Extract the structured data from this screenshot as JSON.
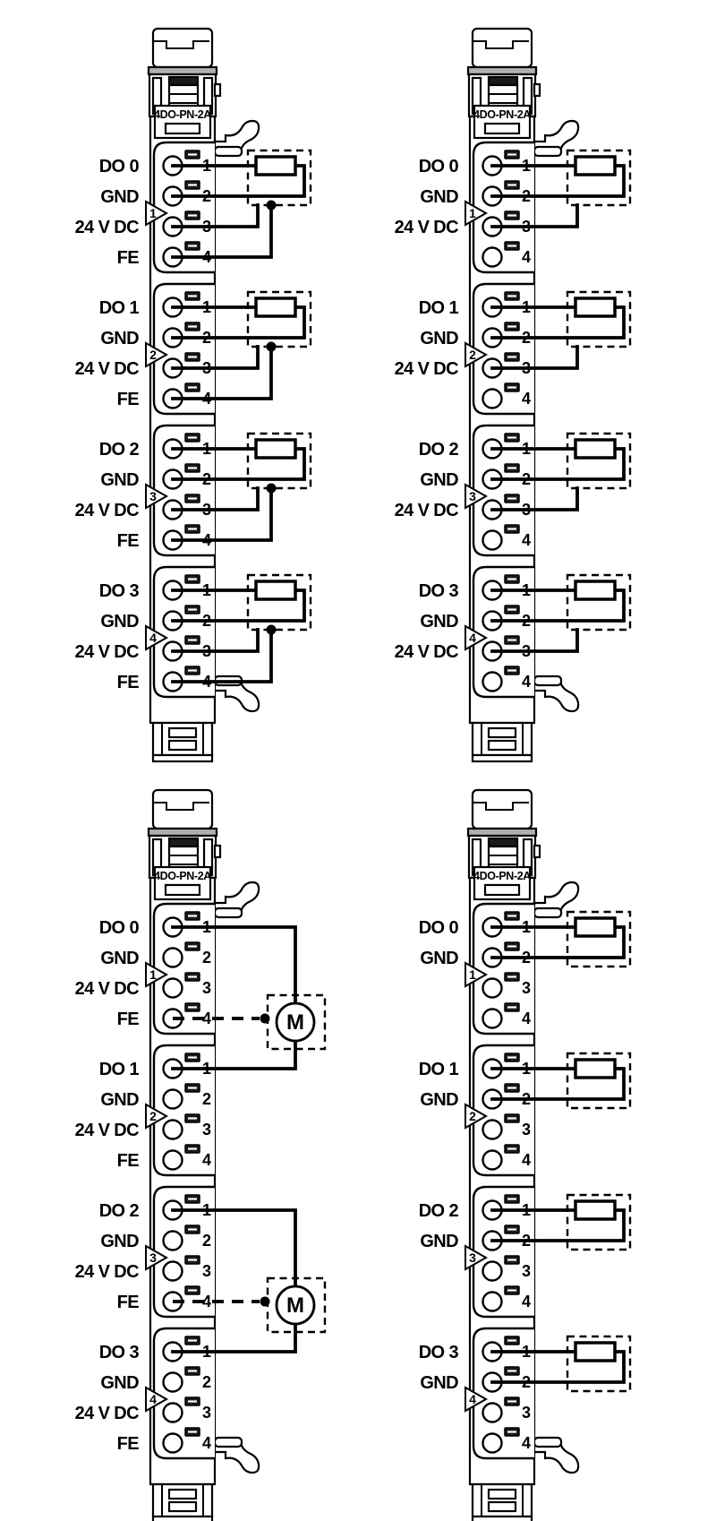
{
  "diagram": {
    "module_label": "4DO-PN-2A",
    "motor_label": "M",
    "colors": {
      "line": "#000000",
      "background": "#ffffff",
      "led_fill": "#1a1a1a",
      "head_strip": "#b0b0b0"
    },
    "panels": [
      {
        "id": "top-left",
        "position": "top-left",
        "load_symbol": "resistor",
        "variant": "Load between DO (pin 1) and GND (pin 2); 24 V DC (pin 3) led into load enclosure; FE (pin 4) to load enclosure junction dot",
        "groups": [
          {
            "number": "1",
            "pin_labels": [
              "1",
              "2",
              "3",
              "4"
            ],
            "signal_labels": [
              "DO 0",
              "GND",
              "24 V DC",
              "FE"
            ]
          },
          {
            "number": "2",
            "pin_labels": [
              "1",
              "2",
              "3",
              "4"
            ],
            "signal_labels": [
              "DO 1",
              "GND",
              "24 V DC",
              "FE"
            ]
          },
          {
            "number": "3",
            "pin_labels": [
              "1",
              "2",
              "3",
              "4"
            ],
            "signal_labels": [
              "DO 2",
              "GND",
              "24 V DC",
              "FE"
            ]
          },
          {
            "number": "4",
            "pin_labels": [
              "1",
              "2",
              "3",
              "4"
            ],
            "signal_labels": [
              "DO 3",
              "GND",
              "24 V DC",
              "FE"
            ]
          }
        ]
      },
      {
        "id": "top-right",
        "position": "top-right",
        "load_symbol": "resistor",
        "variant": "Load between DO (pin 1) and GND (pin 2); 24 V DC (pin 3) led into load enclosure; FE not connected",
        "groups": [
          {
            "number": "1",
            "pin_labels": [
              "1",
              "2",
              "3",
              "4"
            ],
            "signal_labels": [
              "DO 0",
              "GND",
              "24 V DC"
            ]
          },
          {
            "number": "2",
            "pin_labels": [
              "1",
              "2",
              "3",
              "4"
            ],
            "signal_labels": [
              "DO 1",
              "GND",
              "24 V DC"
            ]
          },
          {
            "number": "3",
            "pin_labels": [
              "1",
              "2",
              "3",
              "4"
            ],
            "signal_labels": [
              "DO 2",
              "GND",
              "24 V DC"
            ]
          },
          {
            "number": "4",
            "pin_labels": [
              "1",
              "2",
              "3",
              "4"
            ],
            "signal_labels": [
              "DO 3",
              "GND",
              "24 V DC"
            ]
          }
        ]
      },
      {
        "id": "bottom-left",
        "position": "bottom-left",
        "load_symbol": "motor",
        "variant": "Motor connected across two DO channels (DO 0 + DO 1, DO 2 + DO 3); FE (pin 4) dashed to motor enclosure junction dot",
        "groups": [
          {
            "number": "1",
            "pin_labels": [
              "1",
              "2",
              "3",
              "4"
            ],
            "signal_labels": [
              "DO 0",
              "GND",
              "24 V DC",
              "FE"
            ]
          },
          {
            "number": "2",
            "pin_labels": [
              "1",
              "2",
              "3",
              "4"
            ],
            "signal_labels": [
              "DO 1",
              "GND",
              "24 V DC",
              "FE"
            ]
          },
          {
            "number": "3",
            "pin_labels": [
              "1",
              "2",
              "3",
              "4"
            ],
            "signal_labels": [
              "DO 2",
              "GND",
              "24 V DC",
              "FE"
            ]
          },
          {
            "number": "4",
            "pin_labels": [
              "1",
              "2",
              "3",
              "4"
            ],
            "signal_labels": [
              "DO 3",
              "GND",
              "24 V DC",
              "FE"
            ]
          }
        ]
      },
      {
        "id": "bottom-right",
        "position": "bottom-right",
        "load_symbol": "resistor",
        "variant": "Load between DO (pin 1) and GND (pin 2) only",
        "groups": [
          {
            "number": "1",
            "pin_labels": [
              "1",
              "2",
              "3",
              "4"
            ],
            "signal_labels": [
              "DO 0",
              "GND"
            ]
          },
          {
            "number": "2",
            "pin_labels": [
              "1",
              "2",
              "3",
              "4"
            ],
            "signal_labels": [
              "DO 1",
              "GND"
            ]
          },
          {
            "number": "3",
            "pin_labels": [
              "1",
              "2",
              "3",
              "4"
            ],
            "signal_labels": [
              "DO 2",
              "GND"
            ]
          },
          {
            "number": "4",
            "pin_labels": [
              "1",
              "2",
              "3",
              "4"
            ],
            "signal_labels": [
              "DO 3",
              "GND"
            ]
          }
        ]
      }
    ]
  }
}
